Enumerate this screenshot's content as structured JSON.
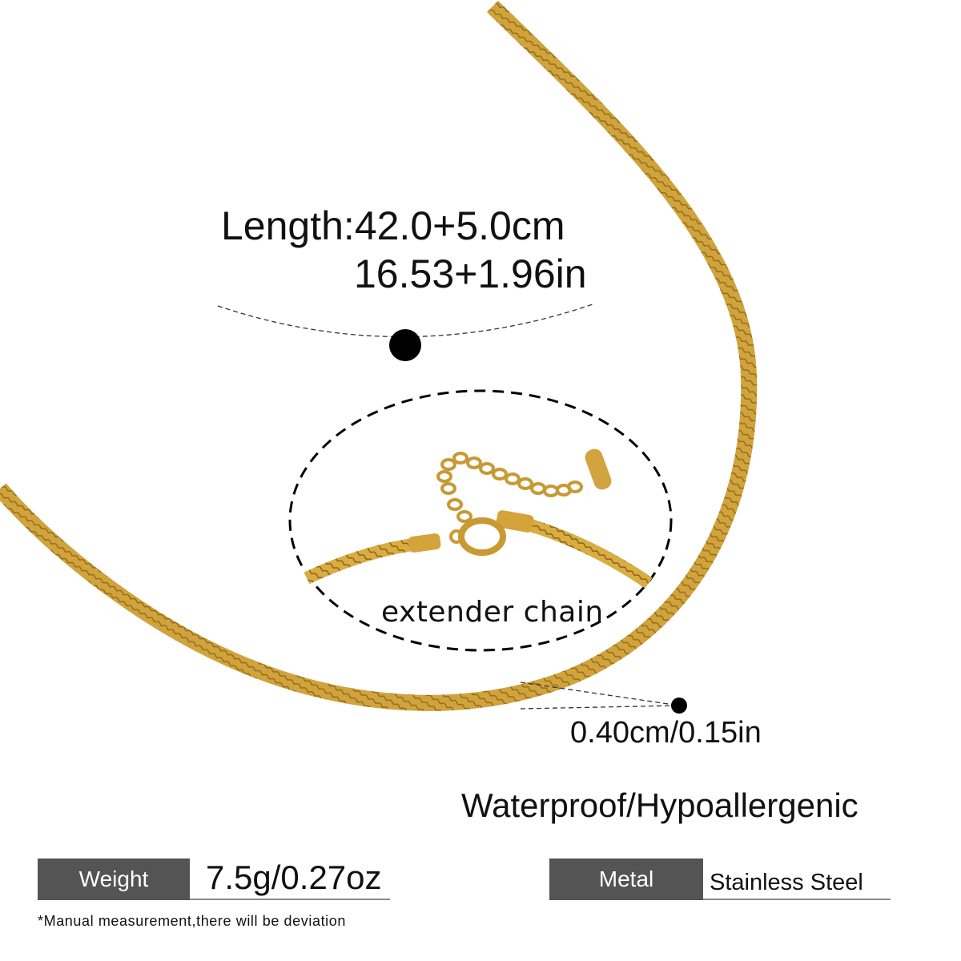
{
  "product": {
    "length_cm": "Length:42.0+5.0cm",
    "length_in": "16.53+1.96in",
    "extender_label": "extender chain",
    "width": "0.40cm/0.15in",
    "features": "Waterproof/Hypoallergenic",
    "specs": [
      {
        "label": "Weight",
        "value": "7.5g/0.27oz"
      },
      {
        "label": "Metal",
        "value": "Stainless Steel"
      }
    ],
    "footnote": "*Manual measurement,there will be deviation"
  },
  "colors": {
    "gold": "#d4a93a",
    "gold_dark": "#9c7420",
    "label_bg": "#545454",
    "text": "#111111"
  },
  "icons": [
    "dot-marker-icon",
    "dashed-ellipse-icon",
    "herringbone-chain-illustration"
  ]
}
